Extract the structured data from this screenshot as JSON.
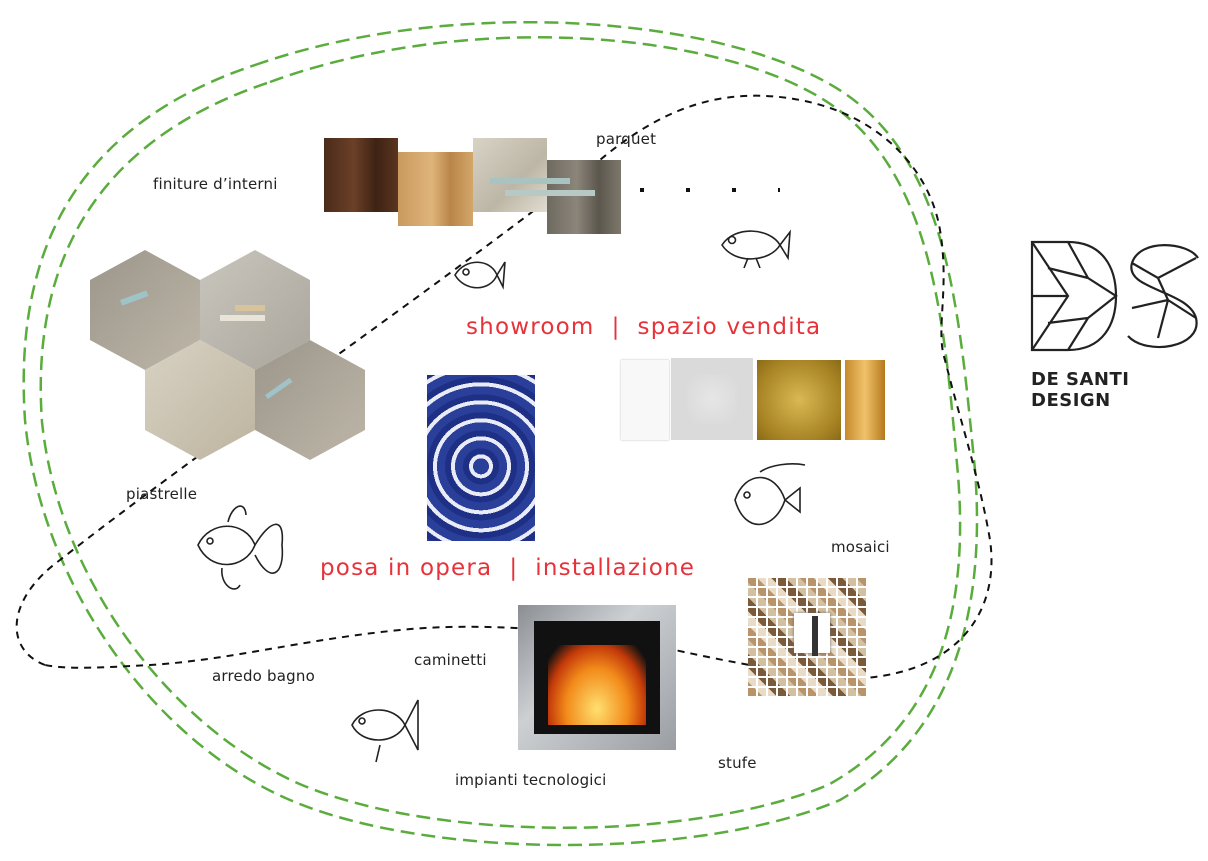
{
  "labels": {
    "finiture": "finiture d’interni",
    "parquet": "parquet",
    "piastrelle": "piastrelle",
    "mosaici": "mosaici",
    "arredo_bagno": "arredo bagno",
    "caminetti": "caminetti",
    "impianti": "impianti tecnologici",
    "stufe": "stufe"
  },
  "headlines": {
    "showroom": "showroom  |  spazio vendita",
    "posa": "posa in opera  |  installazione"
  },
  "logo": {
    "monogram": "DS",
    "name": "DE SANTI DESIGN"
  },
  "colors": {
    "green_dash": "#5aac3c",
    "black_dash": "#111111",
    "accent_red": "#e8323a"
  },
  "icons": [
    "fish-icon",
    "fish-icon",
    "fish-icon",
    "goldfish-icon",
    "angelfish-icon"
  ]
}
